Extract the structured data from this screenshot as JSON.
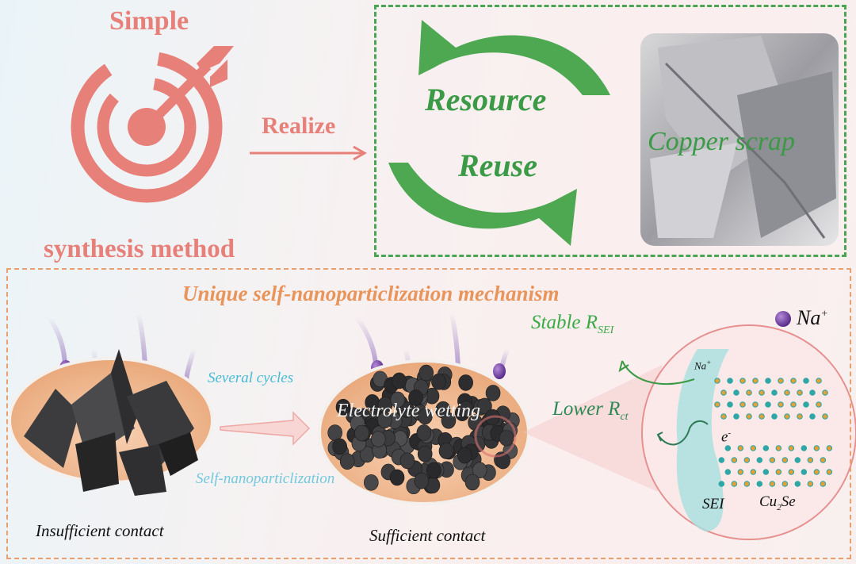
{
  "top_left": {
    "title_top": "Simple",
    "title_bottom": "synthesis method",
    "arrow_label": "Realize"
  },
  "recycle_panel": {
    "line1": "Resource",
    "line2": "Reuse",
    "photo_label": "Copper scrap"
  },
  "mechanism_panel": {
    "title": "Unique self-nanoparticlization mechanism",
    "process_top": "Several cycles",
    "process_bottom": "Self-nanoparticlization",
    "wetting": "Electrolyte wetting",
    "left_caption": "Insufficient contact",
    "right_caption": "Sufficient contact",
    "stable": {
      "text": "Stable R",
      "sub": "SEI"
    },
    "lower": {
      "text": "Lower R",
      "sub": "ct"
    },
    "legend": {
      "text": "Na",
      "sup": "+"
    },
    "zoom_labels": {
      "na": {
        "text": "Na",
        "sup": "+"
      },
      "electron": {
        "text": "e",
        "sup": "-"
      },
      "sei": "SEI",
      "cu2se": {
        "pre": "Cu",
        "sub": "2",
        "post": "Se"
      }
    }
  },
  "colors": {
    "salmon": "#e8807a",
    "green": "#3a9a45",
    "orange": "#e8945a",
    "cyan": "#45bcd6",
    "purple": "#7a4aa8"
  }
}
